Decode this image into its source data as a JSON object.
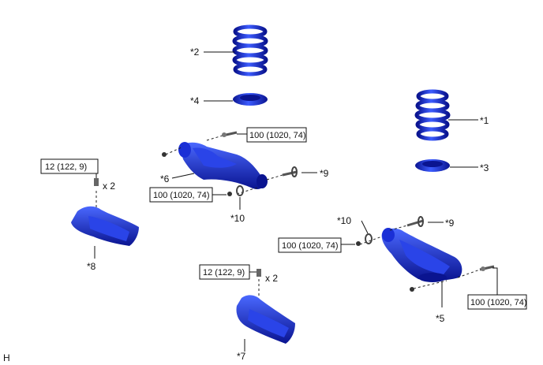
{
  "corner_mark": "H",
  "callouts": {
    "c1": "*1",
    "c2": "*2",
    "c3": "*3",
    "c4": "*4",
    "c5": "*5",
    "c6": "*6",
    "c7": "*7",
    "c8": "*8",
    "c9_upper": "*9",
    "c9_lower": "*9",
    "c10_upper": "*10",
    "c10_lower": "*10"
  },
  "torque": {
    "arm_upper_bolt": "100 (1020, 74)",
    "arm_upper_nut": "100 (1020, 74)",
    "arm_lower_nut": "100 (1020, 74)",
    "arm_lower_bolt": "100 (1020, 74)",
    "cover_left_bolt": "12 (122, 9)",
    "cover_right_bolt": "12 (122, 9)"
  },
  "quantity": {
    "cover_left": "x 2",
    "cover_right": "x 2"
  },
  "colors": {
    "part_blue": "#1a2fd6",
    "part_dark": "#0a1490",
    "part_light": "#5a78ff"
  }
}
